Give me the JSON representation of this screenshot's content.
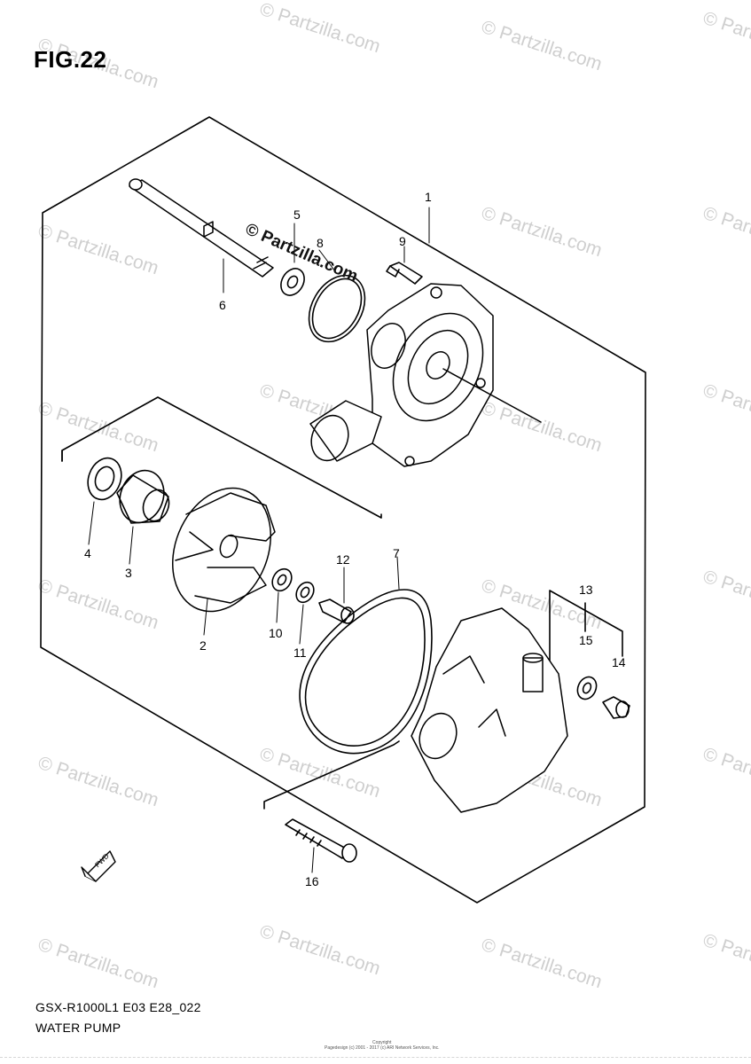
{
  "figure": {
    "title": "FIG.22",
    "model_code": "GSX-R1000L1 E03 E28_022",
    "caption": "WATER PUMP"
  },
  "watermark": {
    "text": "© Partzilla.com",
    "stamp": "© Partzilla.com"
  },
  "callouts": {
    "c1": "1",
    "c2": "2",
    "c3": "3",
    "c4": "4",
    "c5": "5",
    "c6": "6",
    "c7": "7",
    "c8": "8",
    "c9": "9",
    "c10": "10",
    "c11": "11",
    "c12": "12",
    "c13": "13",
    "c14": "14",
    "c15": "15",
    "c16": "16"
  },
  "fwd_label": "FWD",
  "copyright": {
    "line1": "Copyright",
    "line2": "Pagedesign (c) 2001 - 2017 (c) ARI Network Services, Inc."
  }
}
